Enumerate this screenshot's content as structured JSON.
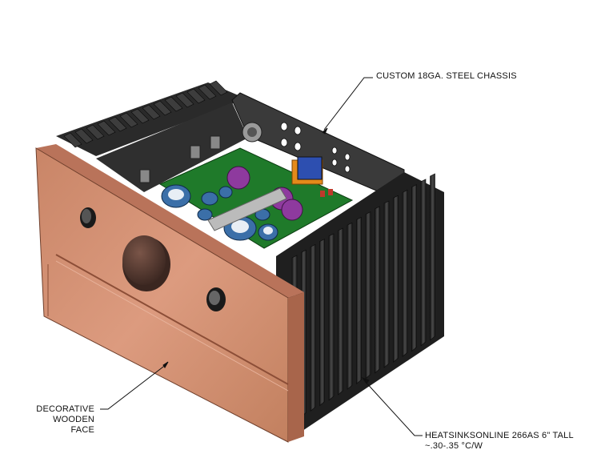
{
  "callouts": {
    "chassis": "CUSTOM 18GA. STEEL CHASSIS",
    "face_line1": "DECORATIVE",
    "face_line2": "WOODEN",
    "face_line3": "FACE",
    "heatsink_line1": "HEATSINKSONLINE 266AS 6\" TALL",
    "heatsink_line2": "~.30-.35 °C/W"
  },
  "colors": {
    "wood": "#d7957a",
    "wood_dark": "#b9735a",
    "steel": "#3c3c3c",
    "heatsink": "#2a2a2a",
    "pcb": "#1f7a2a",
    "cap_blue": "#3b6fa8",
    "cap_purple": "#8e3a9e",
    "pot_blue": "#2d4fb0",
    "pot_orange": "#e48a1a"
  }
}
